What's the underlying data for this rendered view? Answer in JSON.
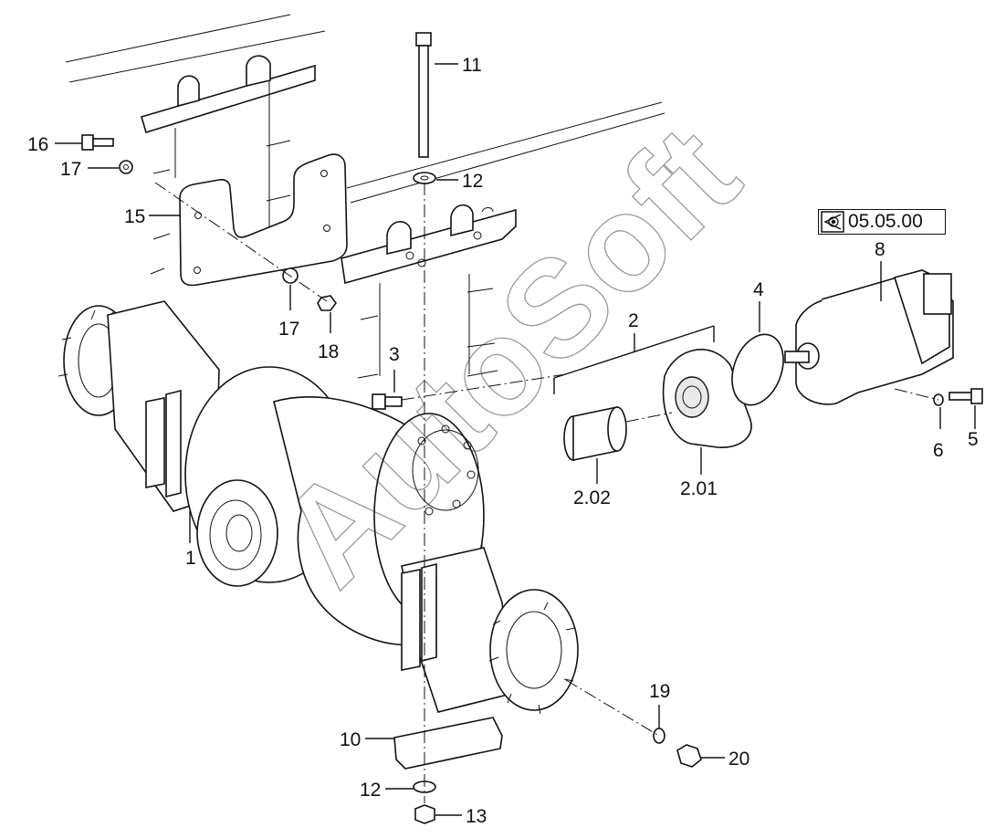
{
  "watermark": "AutoSoft",
  "reference": {
    "text": "05.05.00",
    "icon": "view-reference-icon"
  },
  "labels": {
    "l1": "1",
    "l2": "2",
    "l201": "2.01",
    "l202": "2.02",
    "l3": "3",
    "l4": "4",
    "l5": "5",
    "l6": "6",
    "l8": "8",
    "l10": "10",
    "l11": "11",
    "l12a": "12",
    "l12b": "12",
    "l13": "13",
    "l15": "15",
    "l16": "16",
    "l17a": "17",
    "l17b": "17",
    "l18": "18",
    "l19": "19",
    "l20": "20"
  }
}
